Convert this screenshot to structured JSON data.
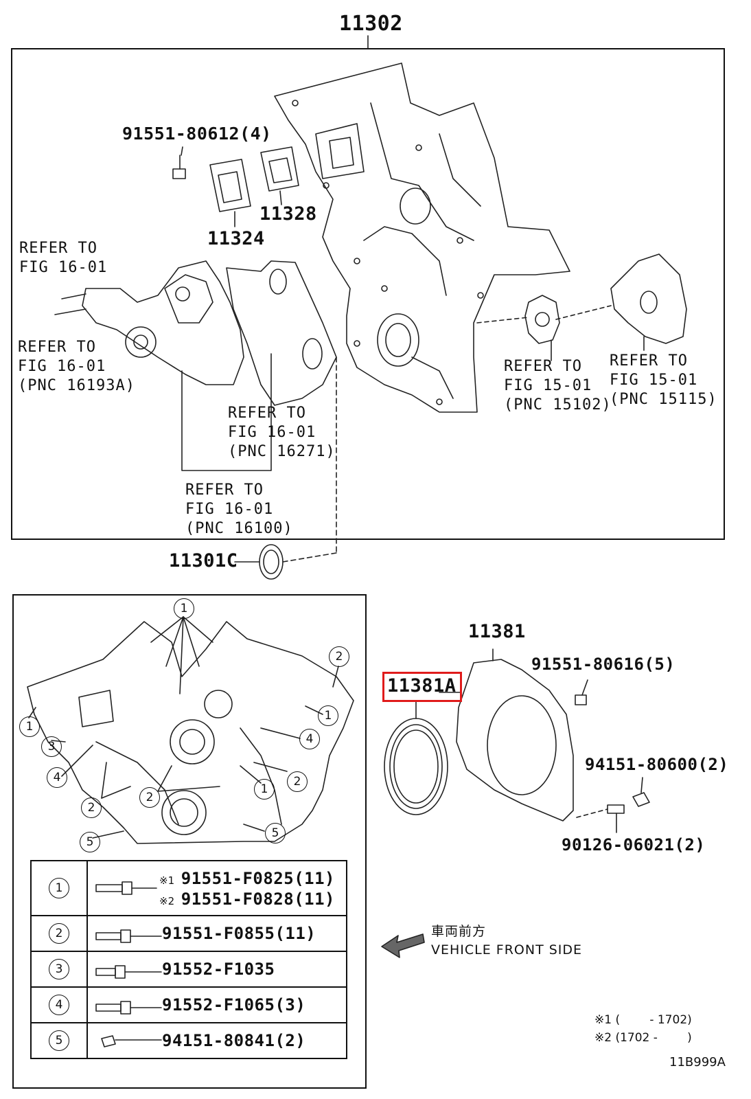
{
  "labels": {
    "main_assembly": "11302",
    "bolt_top": "91551-80612(4)",
    "gasket_1": "11328",
    "gasket_2": "11324",
    "oil_seal": "11301C",
    "rear_plate": "11381",
    "rear_seal": "11381A",
    "bolt_rear": "91551-80616(5)",
    "nut_rear": "94151-80600(2)",
    "stud_rear": "90126-06021(2)"
  },
  "refs": {
    "ref_1": "REFER TO\nFIG 16-01",
    "ref_2": "REFER TO\nFIG 16-01\n(PNC 16193A)",
    "ref_3": "REFER TO\nFIG 16-01\n(PNC 16271)",
    "ref_4": "REFER TO\nFIG 16-01\n(PNC 16100)",
    "ref_5": "REFER TO\nFIG 15-01\n(PNC 15102)",
    "ref_6": "REFER TO\nFIG 15-01\n(PNC 15115)"
  },
  "callouts": [
    "1",
    "2",
    "3",
    "4",
    "5"
  ],
  "legend": [
    {
      "num": "1",
      "lines": [
        {
          "mark": "※1",
          "part": "91551-F0825(11)"
        },
        {
          "mark": "※2",
          "part": "91551-F0828(11)"
        }
      ]
    },
    {
      "num": "2",
      "lines": [
        {
          "mark": "",
          "part": "91551-F0855(11)"
        }
      ]
    },
    {
      "num": "3",
      "lines": [
        {
          "mark": "",
          "part": "91552-F1035"
        }
      ]
    },
    {
      "num": "4",
      "lines": [
        {
          "mark": "",
          "part": "91552-F1065(3)"
        }
      ]
    },
    {
      "num": "5",
      "lines": [
        {
          "mark": "",
          "part": "94151-80841(2)"
        }
      ]
    }
  ],
  "direction": {
    "jp": "車両前方",
    "en": "VEHICLE FRONT SIDE"
  },
  "notes": {
    "n1": "※1 (        - 1702)",
    "n2": "※2 (1702 -        )"
  },
  "figure_code": "11B999A",
  "highlight_color": "#e01b1b"
}
